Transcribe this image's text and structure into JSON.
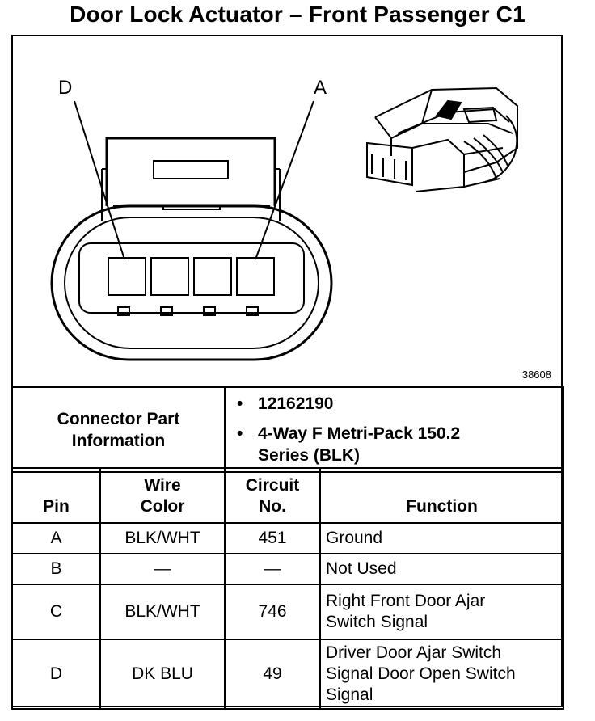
{
  "title": "Door Lock Actuator – Front Passenger C1",
  "figure": {
    "number": "38608",
    "pin_label_left": "D",
    "pin_label_right": "A"
  },
  "connector_info": {
    "label": "Connector Part Information",
    "items": [
      "12162190",
      "4-Way F Metri-Pack 150.2 Series (BLK)"
    ]
  },
  "pin_table": {
    "headers": {
      "pin": "Pin",
      "wire_color": "Wire Color",
      "circuit": "Circuit No.",
      "function": "Function"
    },
    "rows": [
      {
        "pin": "A",
        "wire_color": "BLK/WHT",
        "circuit": "451",
        "function": "Ground"
      },
      {
        "pin": "B",
        "wire_color": "—",
        "circuit": "—",
        "function": "Not Used"
      },
      {
        "pin": "C",
        "wire_color": "BLK/WHT",
        "circuit": "746",
        "function": "Right Front Door Ajar Switch Signal"
      },
      {
        "pin": "D",
        "wire_color": "DK BLU",
        "circuit": "49",
        "function": "Driver Door Ajar Switch Signal Door Open Switch Signal"
      }
    ]
  }
}
